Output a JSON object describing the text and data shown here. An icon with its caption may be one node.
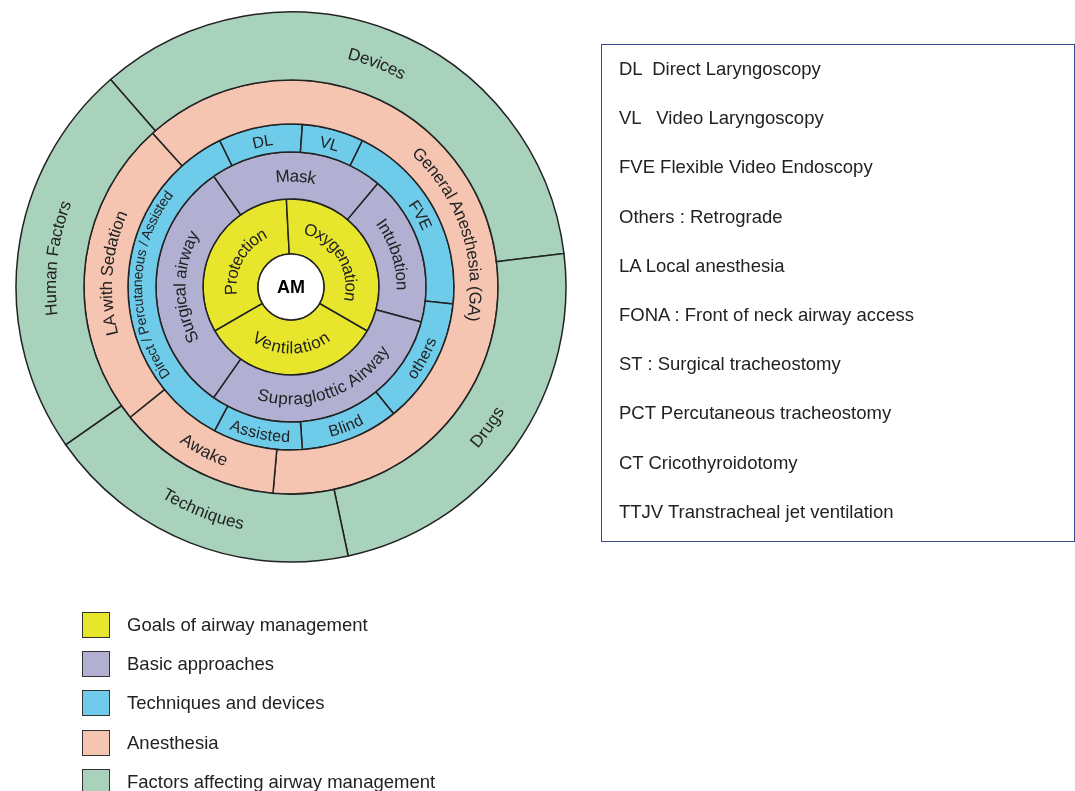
{
  "diagram": {
    "nodes": [
      {
        "text": [
          "AM"
        ]
      },
      {
        "text": [
          "Protection"
        ]
      },
      {
        "text": [
          "Oxygenation"
        ]
      },
      {
        "text": [
          "Ventilation"
        ]
      },
      {
        "text": [
          "Mask"
        ]
      },
      {
        "text": [
          "Intubation"
        ]
      },
      {
        "text": [
          "Supraglottic Airway"
        ]
      },
      {
        "text": [
          "Surgical airway"
        ]
      },
      {
        "text": [
          "DL"
        ]
      },
      {
        "text": [
          "VL"
        ]
      },
      {
        "text": [
          "FVE"
        ]
      },
      {
        "text": [
          "others"
        ]
      },
      {
        "text": [
          "Blind"
        ]
      },
      {
        "text": [
          "Assisted"
        ]
      },
      {
        "text": [
          "Direct / Percutaneous / Assisted"
        ]
      },
      {
        "text": [
          "General Anesthesia (GA)"
        ]
      },
      {
        "text": [
          "Awake"
        ]
      },
      {
        "text": [
          "LA with Sedation"
        ]
      },
      {
        "text": [
          "Devices"
        ]
      },
      {
        "text": [
          "Drugs"
        ]
      },
      {
        "text": [
          "Techniques"
        ]
      },
      {
        "text": [
          "Human Factors"
        ]
      },
      {
        "text": [
          "DL  Direct Laryngoscopy",
          "VL   Video Laryngoscopy",
          "FVE Flexible Video Endoscopy",
          "Others : Retrograde",
          "LA Local anesthesia",
          "FONA : Front of neck airway access",
          "ST : Surgical tracheostomy",
          "PCT Percutaneous tracheostomy",
          "CT Cricothyroidotomy",
          "TTJV Transtracheal jet ventilation"
        ]
      }
    ],
    "edges": [],
    "legend": [
      {
        "text": "Goals of airway management",
        "color": "#e8e62c"
      },
      {
        "text": "Basic approaches",
        "color": "#b2b0d2"
      },
      {
        "text": "Techniques and devices",
        "color": "#6fcbea"
      },
      {
        "text": "Anesthesia",
        "color": "#f5c5b2"
      },
      {
        "text": "Factors affecting airway management",
        "color": "#a9d2bd"
      }
    ]
  }
}
